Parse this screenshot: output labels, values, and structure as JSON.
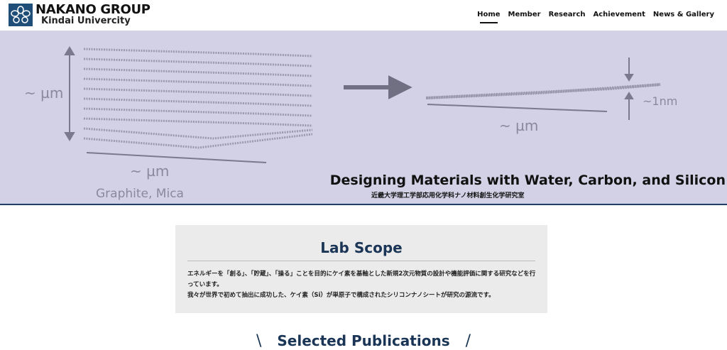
{
  "header": {
    "title": "NAKANO GROUP",
    "subtitle": "Kindai Univercity",
    "nav": [
      "Home",
      "Member",
      "Research",
      "Achievement",
      "News & Gallery"
    ]
  },
  "hero": {
    "label_um_left": "~ µm",
    "label_um_bottom": "~ µm",
    "label_material": "Graphite, Mica",
    "label_um_right": "~ µm",
    "label_1nm": "~1nm",
    "title": "Designing Materials with Water, Carbon, and Silicon",
    "subtitle": "近畿大学理工学部応用化学科ナノ材料創生化学研究室"
  },
  "lab_scope": {
    "heading": "Lab Scope",
    "paragraphs": [
      "エネルギーを「創る」、「貯蔵」、「操る」ことを目的にケイ素を基軸とした新規2次元物質の設計や機能評価に関する研究などを行っています。",
      "我々が世界で初めて抽出に成功した、ケイ素（Si）が単原子で構成されたシリコンナノシートが研究の源流です。"
    ]
  },
  "publications": {
    "heading": "Selected Publications"
  }
}
